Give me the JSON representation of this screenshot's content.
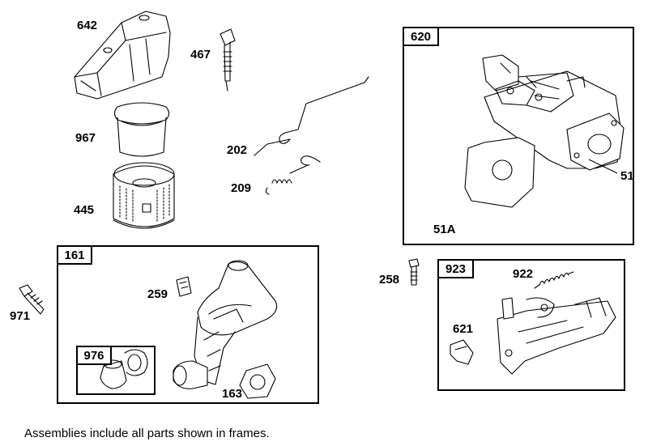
{
  "parts": {
    "p642": "642",
    "p467": "467",
    "p967": "967",
    "p202": "202",
    "p209": "209",
    "p445": "445",
    "p971": "971",
    "p259": "259",
    "p163": "163",
    "p258": "258",
    "p922": "922",
    "p621": "621",
    "p51": "51",
    "p51a": "51A"
  },
  "frames": {
    "f620": "620",
    "f161": "161",
    "f976": "976",
    "f923": "923"
  },
  "footer_note": "Assemblies include all parts shown in frames."
}
